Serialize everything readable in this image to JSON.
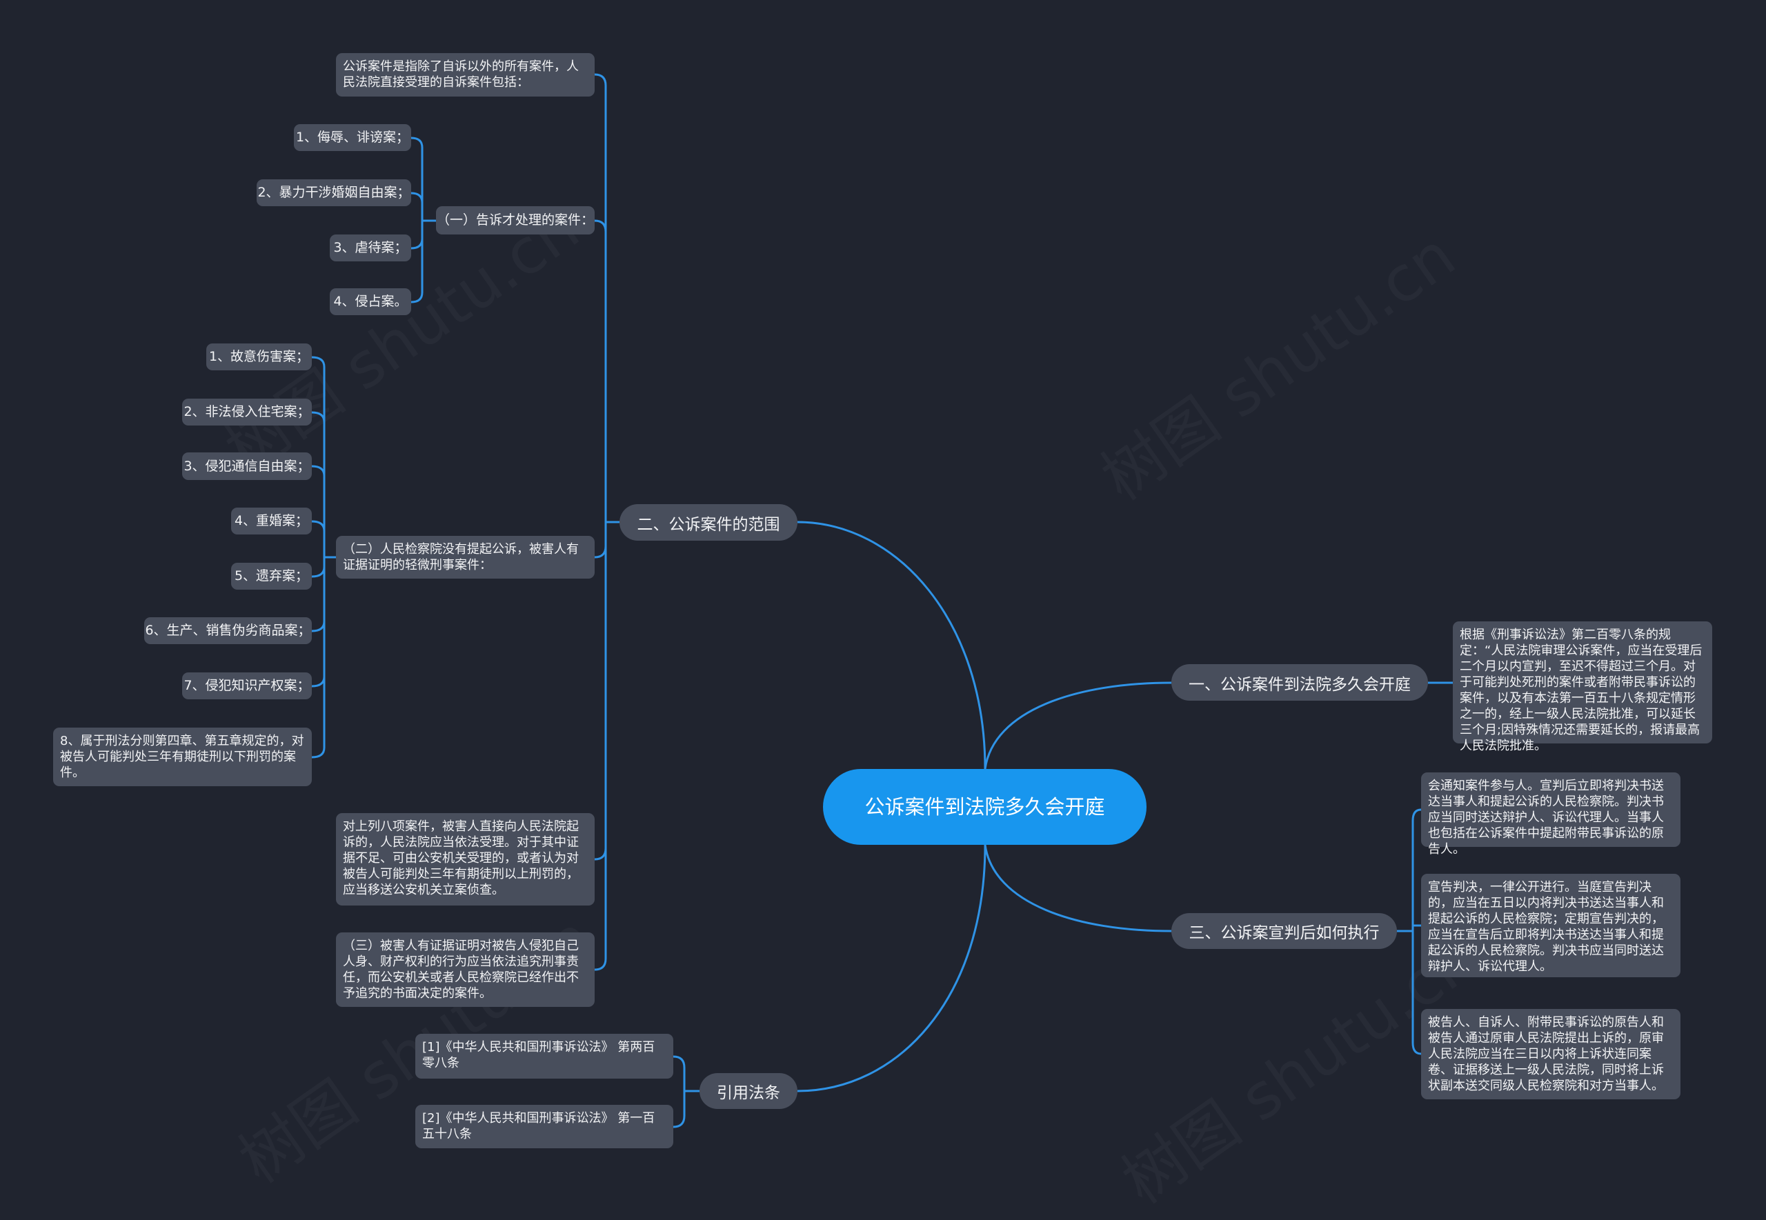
{
  "watermark": "树图 shutu.cn",
  "root": {
    "title": "公诉案件到法院多久会开庭"
  },
  "branches": {
    "b1": {
      "label": "一、公诉案件到法院多久会开庭",
      "detail": "根据《刑事诉讼法》第二百零八条的规定：“人民法院审理公诉案件，应当在受理后二个月以内宣判，至迟不得超过三个月。对于可能判处死刑的案件或者附带民事诉讼的案件，以及有本法第一百五十八条规定情形之一的，经上一级人民法院批准，可以延长三个月;因特殊情况还需要延长的，报请最高人民法院批准。"
    },
    "b2": {
      "label": "二、公诉案件的范围",
      "intro": "公诉案件是指除了自诉以外的所有案件，人民法院直接受理的自诉案件包括：",
      "sub1": {
        "label": "（一）告诉才处理的案件：",
        "items": [
          "1、侮辱、诽谤案；",
          "2、暴力干涉婚姻自由案；",
          "3、虐待案；",
          "4、侵占案。"
        ]
      },
      "sub2": {
        "label": "（二）人民检察院没有提起公诉，被害人有证据证明的轻微刑事案件：",
        "items": [
          "1、故意伤害案；",
          "2、非法侵入住宅案；",
          "3、侵犯通信自由案；",
          "4、重婚案；",
          "5、遗弃案；",
          "6、生产、销售伪劣商品案；",
          "7、侵犯知识产权案；",
          "8、属于刑法分则第四章、第五章规定的，对被告人可能判处三年有期徒刑以下刑罚的案件。"
        ]
      },
      "note": "对上列八项案件，被害人直接向人民法院起诉的，人民法院应当依法受理。对于其中证据不足、可由公安机关受理的，或者认为对被告人可能判处三年有期徒刑以上刑罚的，应当移送公安机关立案侦查。",
      "sub3": "（三）被害人有证据证明对被告人侵犯自己人身、财产权利的行为应当依法追究刑事责任，而公安机关或者人民检察院已经作出不予追究的书面决定的案件。"
    },
    "b3": {
      "label": "三、公诉案宣判后如何执行",
      "details": [
        "会通知案件参与人。宣判后立即将判决书送达当事人和提起公诉的人民检察院。判决书应当同时送达辩护人、诉讼代理人。当事人也包括在公诉案件中提起附带民事诉讼的原告人。",
        "宣告判决，一律公开进行。当庭宣告判决的，应当在五日以内将判决书送达当事人和提起公诉的人民检察院；定期宣告判决的，应当在宣告后立即将判决书送达当事人和提起公诉的人民检察院。判决书应当同时送达辩护人、诉讼代理人。",
        "被告人、自诉人、附带民事诉讼的原告人和被告人通过原审人民法院提出上诉的，原审人民法院应当在三日以内将上诉状连同案卷、证据移送上一级人民法院，同时将上诉状副本送交同级人民检察院和对方当事人。"
      ]
    },
    "b4": {
      "label": "引用法条",
      "refs": [
        "[1]《中华人民共和国刑事诉讼法》 第两百零八条",
        "[2]《中华人民共和国刑事诉讼法》 第一百五十八条"
      ]
    }
  },
  "colors": {
    "background": "#20242f",
    "node": "#484e5c",
    "root": "#1896ee",
    "connector": "#2f93e6"
  }
}
